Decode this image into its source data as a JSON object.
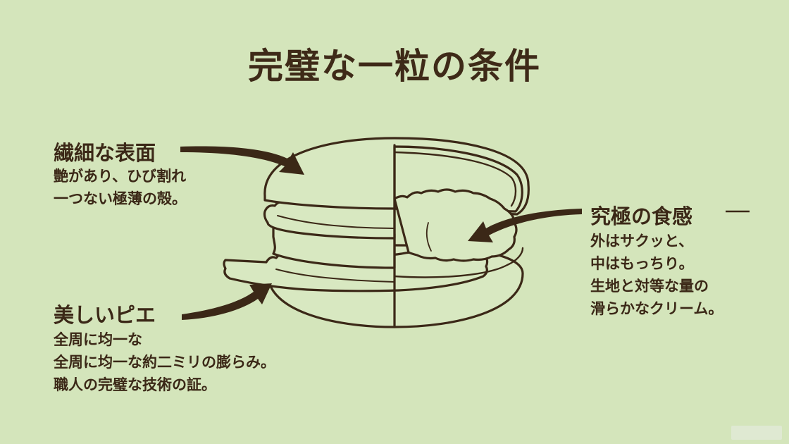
{
  "title": "完璧な一粒の条件",
  "labels": {
    "surface": {
      "heading": "繊細な表面",
      "lines": [
        "艶があり、ひび割れ",
        "一つない極薄の殻。"
      ]
    },
    "pied": {
      "heading": "美しいピエ",
      "lines": [
        "全周に均一な",
        "全周に均一な約二ミリの膨らみ。",
        "職人の完璧な技術の証。"
      ]
    },
    "texture": {
      "heading": "究極の食感",
      "lines": [
        "外はサクッと、",
        "中はもっちり。",
        "生地と対等な量の",
        "滑らかなクリーム。"
      ]
    }
  },
  "colors": {
    "background": "#d4e5bb",
    "ink": "#3b2817",
    "shell": "#d8e8c1"
  }
}
